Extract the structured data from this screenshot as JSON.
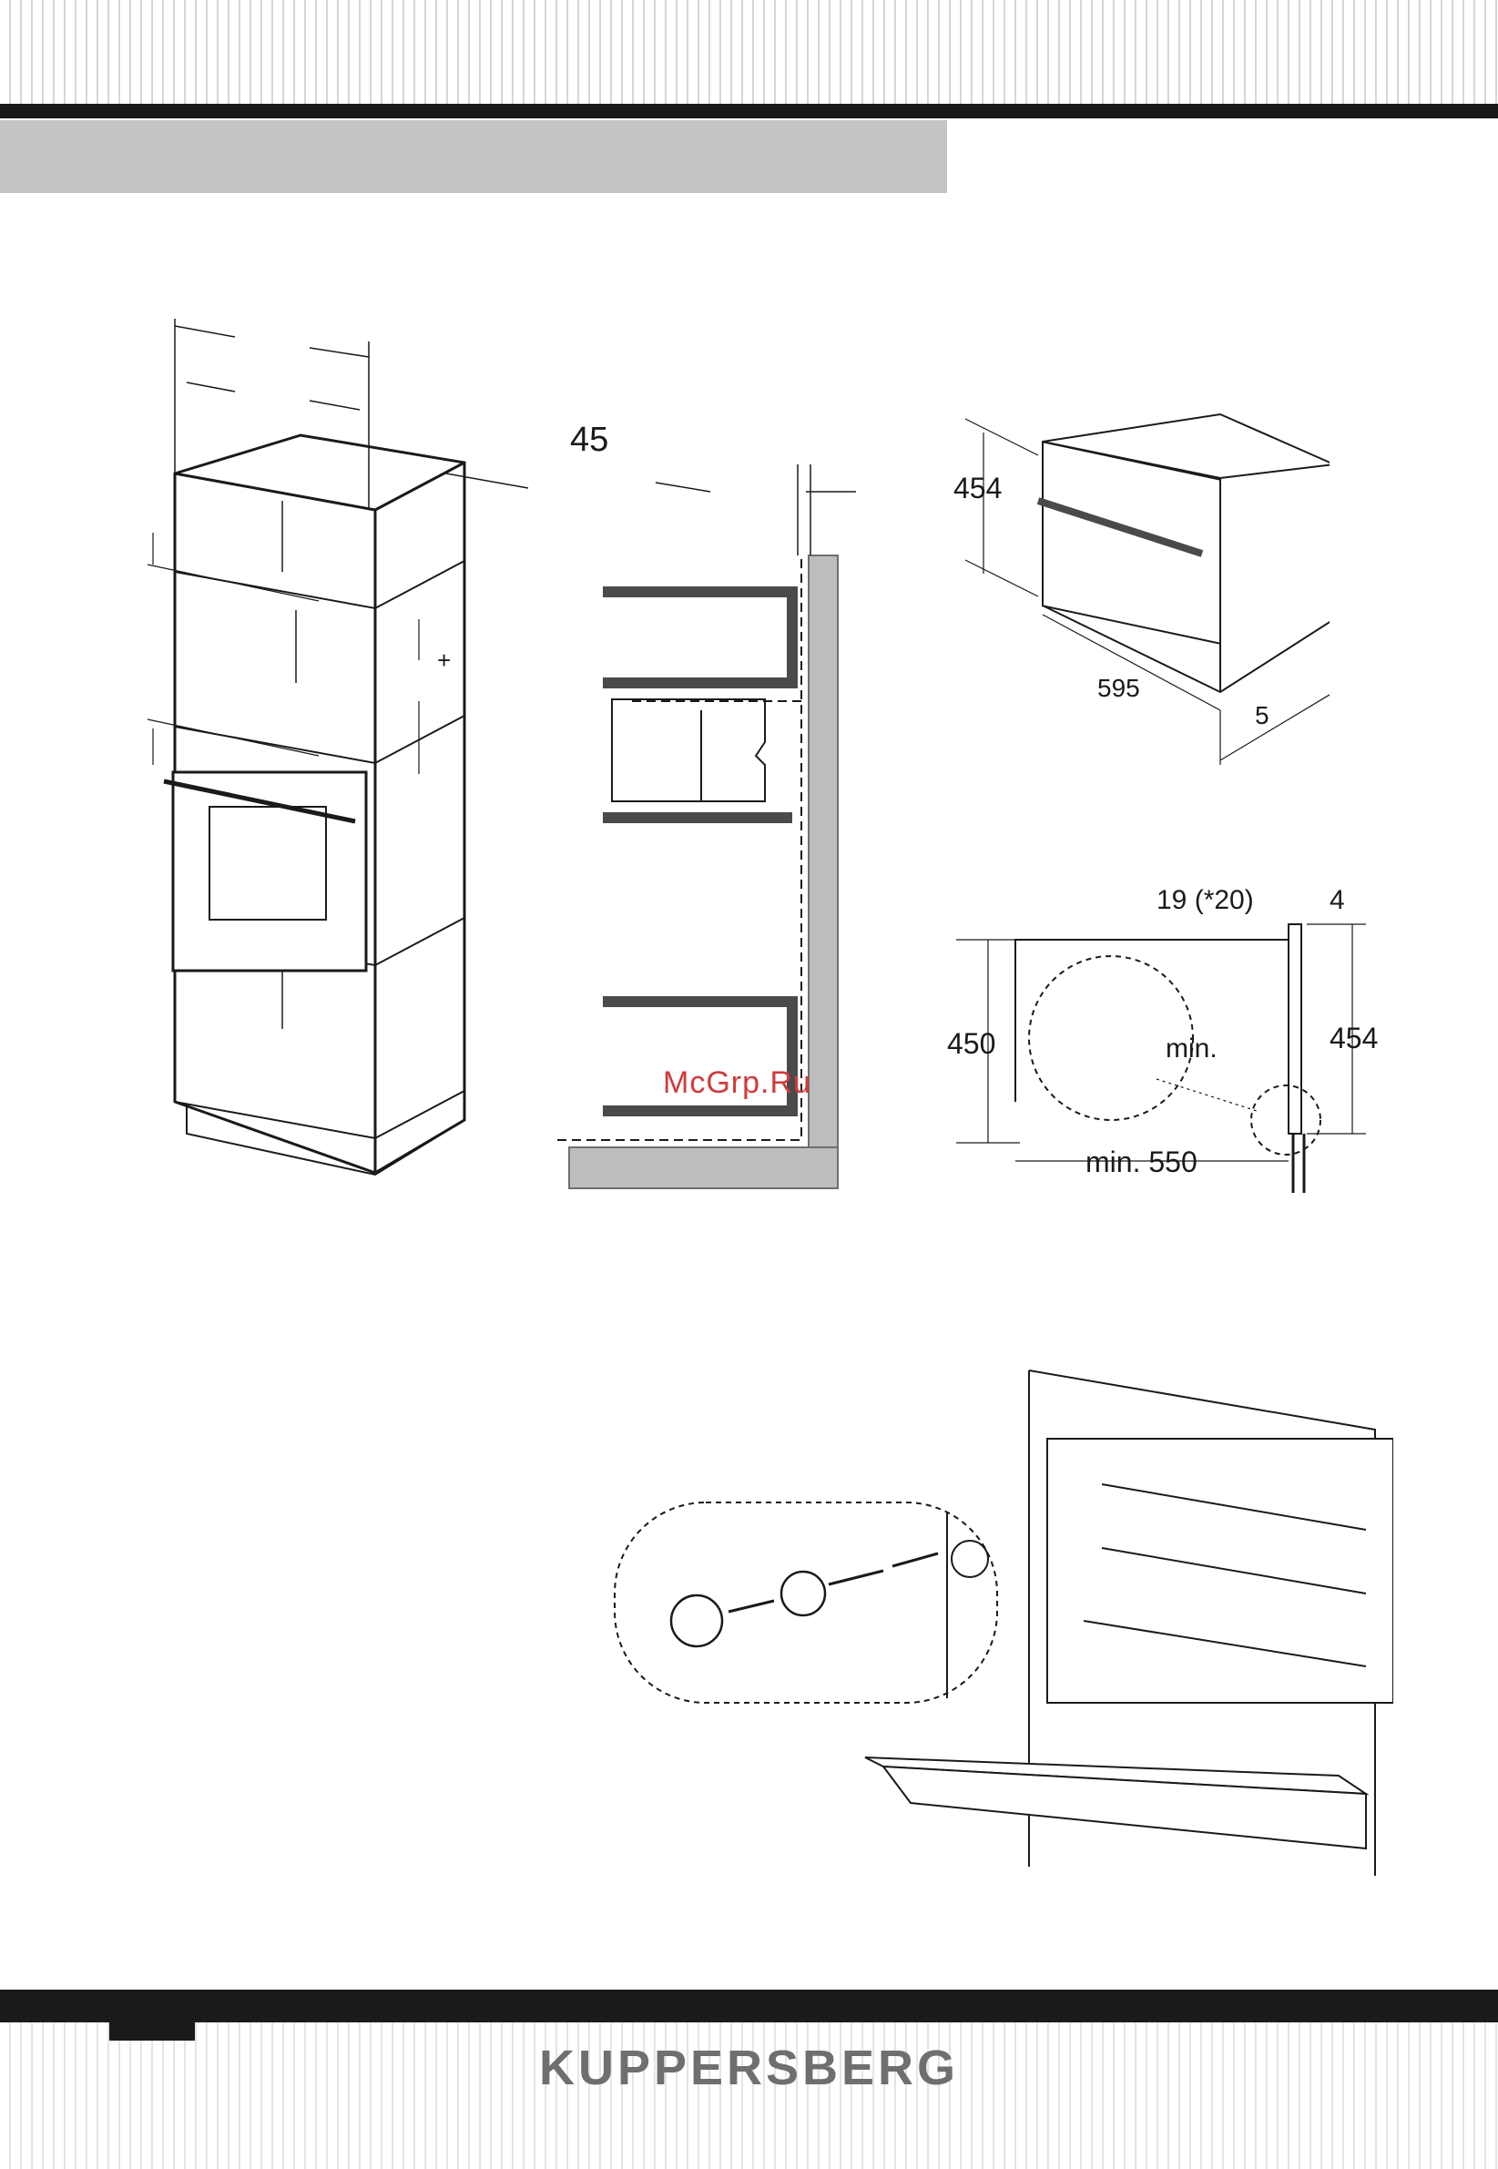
{
  "figure_cabinet": {
    "dim_depth_offset": "45"
  },
  "figure_appliance": {
    "height": "454",
    "width": "595",
    "front_offset": "5"
  },
  "figure_niche": {
    "front_thickness": "19 (*20)",
    "gap": "4",
    "niche_height": "450",
    "appliance_height": "454",
    "min_gap_label": "min.",
    "min_depth": "min. 550"
  },
  "watermark": "McGrp.Ru",
  "brand": "KUPPERSBERG",
  "colors": {
    "header_gray": "#c4c4c4",
    "bar_black": "#1a1a1a",
    "brand_gray": "#6f6f6f",
    "watermark_red": "#d23a3a"
  }
}
